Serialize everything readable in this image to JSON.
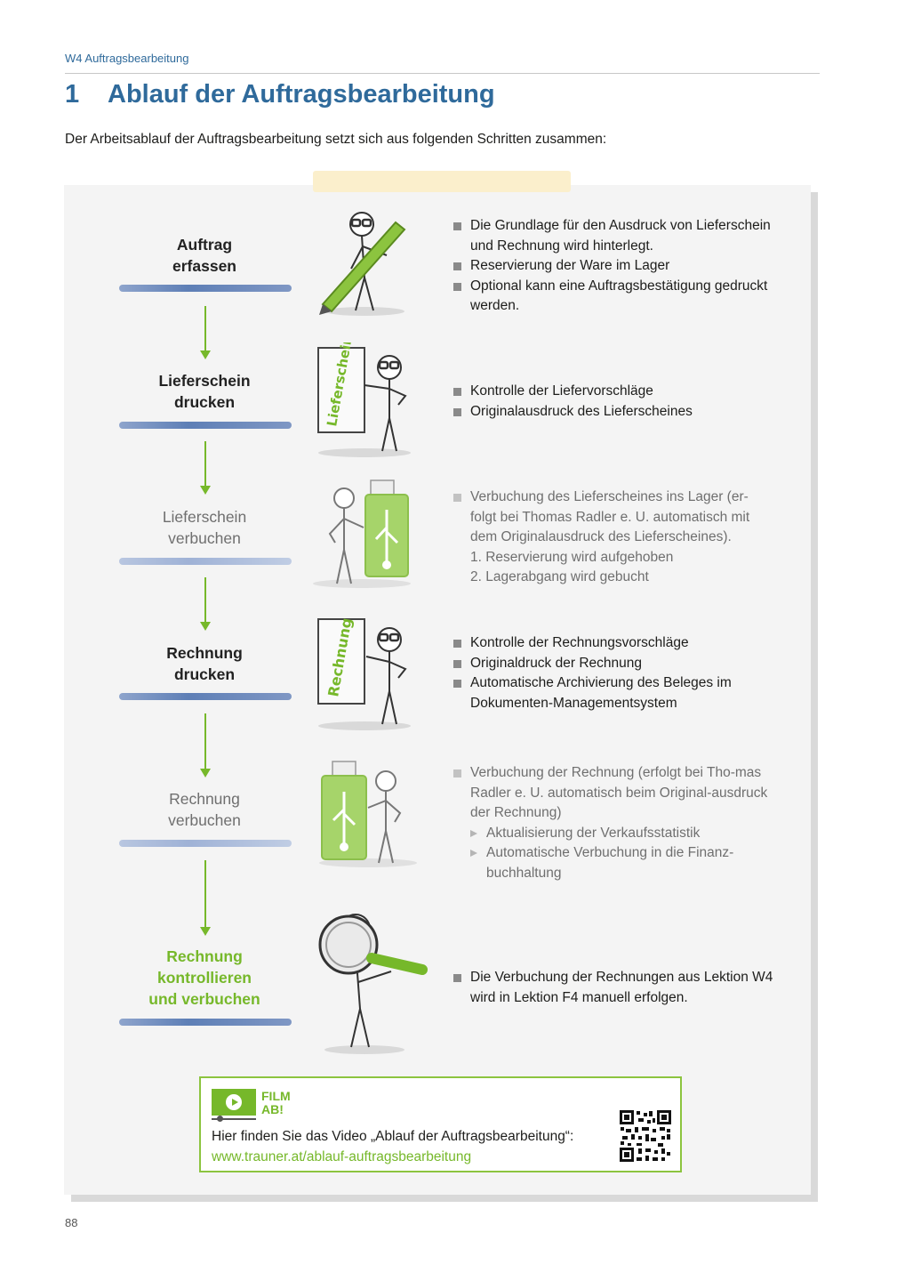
{
  "running_head": "W4  Auftragsbearbeitung",
  "section": {
    "number": "1",
    "title": "Ablauf der Auftragsbearbeitung"
  },
  "intro": "Der Arbeitsablauf der Auftragsbearbeitung setzt sich aus folgenden Schritten zusammen:",
  "steps": [
    {
      "label_line1": "Auftrag",
      "label_line2": "erfassen",
      "style": "bold",
      "illustration": "stick-figure-with-pen",
      "bullets": [
        "Die Grundlage für den Ausdruck von Lieferschein und Rechnung wird hinterlegt.",
        "Reservierung der Ware im Lager",
        "Optional kann eine Auftragsbestätigung gedruckt werden."
      ]
    },
    {
      "label_line1": "Lieferschein",
      "label_line2": "drucken",
      "style": "bold",
      "illustration": "stick-figure-with-board",
      "board_text": "Lieferschein",
      "bullets": [
        "Kontrolle der Liefervorschläge",
        "Originalausdruck des Lieferscheines"
      ]
    },
    {
      "label_line1": "Lieferschein",
      "label_line2": "verbuchen",
      "style": "light",
      "illustration": "stick-figure-with-usb-stick",
      "bullets": [
        "Verbuchung des Lieferscheines ins Lager (er-folgt bei Thomas Radler e. U. automatisch mit dem Originalausdruck des Lieferscheines)."
      ],
      "numbered": [
        "1. Reservierung wird aufgehoben",
        "2. Lagerabgang wird gebucht"
      ]
    },
    {
      "label_line1": "Rechnung",
      "label_line2": "drucken",
      "style": "bold",
      "illustration": "stick-figure-with-board",
      "board_text": "Rechnung",
      "bullets": [
        "Kontrolle der Rechnungsvorschläge",
        "Originaldruck der Rechnung",
        "Automatische Archivierung des Beleges im Dokumenten-Managementsystem"
      ]
    },
    {
      "label_line1": "Rechnung",
      "label_line2": "verbuchen",
      "style": "light",
      "illustration": "stick-figure-with-usb-stick",
      "bullets": [
        "Verbuchung der Rechnung (erfolgt bei Tho-mas Radler e. U. automatisch beim Original-ausdruck der Rechnung)"
      ],
      "arrows": [
        "Aktualisierung der Verkaufsstatistik",
        "Automatische Verbuchung in die Finanz-buchhaltung"
      ]
    },
    {
      "label_line1": "Rechnung",
      "label_line2": "kontrollieren",
      "label_line3": "und verbuchen",
      "style": "green",
      "illustration": "stick-figure-with-magnifier",
      "bullets": [
        "Die Verbuchung der Rechnungen aus Lektion W4 wird in Lektion F4 manuell erfolgen."
      ]
    }
  ],
  "film": {
    "label_line1": "FILM",
    "label_line2": "AB!",
    "icon": "play-icon",
    "text": "Hier finden Sie das Video „Ablauf der Auftragsbearbeitung“:",
    "link": "www.trauner.at/ablauf-auftragsbearbeitung",
    "qr": "qr-code-icon"
  },
  "page_number": "88",
  "colors": {
    "accent_blue": "#2f6a9b",
    "accent_green": "#76b82a",
    "brush_blue": "#5e7fb6"
  }
}
